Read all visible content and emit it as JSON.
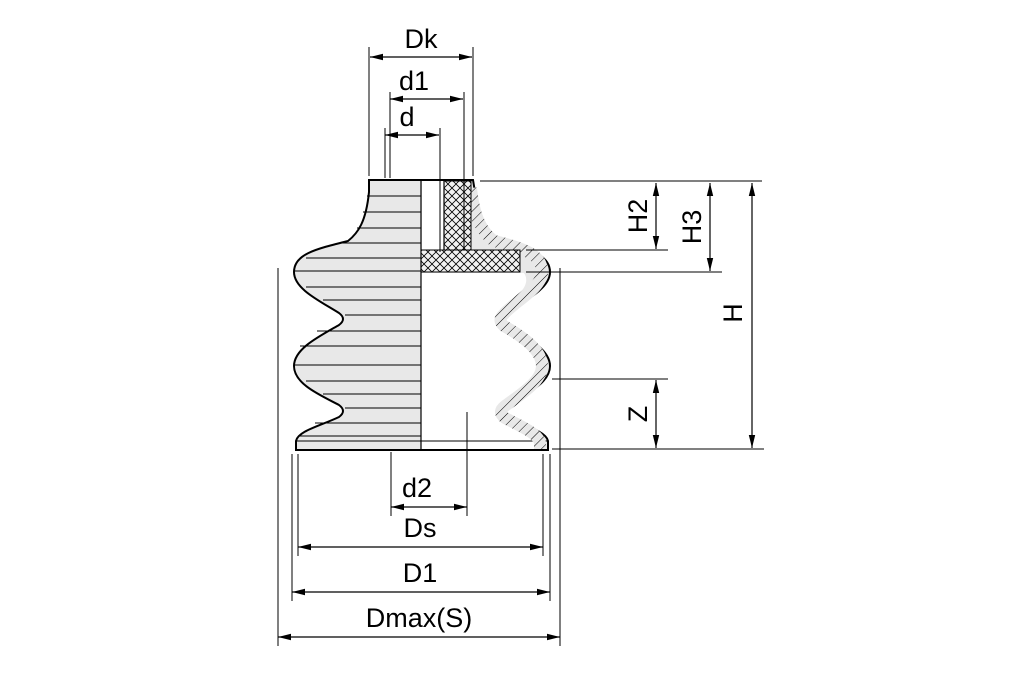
{
  "diagram": {
    "kind": "technical-drawing",
    "subject": "bellows-suction-cup-cross-section",
    "colors": {
      "background": "#ffffff",
      "line": "#000000",
      "body_fill": "#e8e8e8"
    },
    "dimensions": {
      "dk": {
        "label": "Dk",
        "orientation": "horizontal",
        "position": "top"
      },
      "d1_small": {
        "label": "d1",
        "orientation": "horizontal",
        "position": "top"
      },
      "d": {
        "label": "d",
        "orientation": "horizontal",
        "position": "top"
      },
      "h2": {
        "label": "H2",
        "orientation": "vertical",
        "position": "right"
      },
      "h3": {
        "label": "H3",
        "orientation": "vertical",
        "position": "right"
      },
      "h": {
        "label": "H",
        "orientation": "vertical",
        "position": "right"
      },
      "z": {
        "label": "Z",
        "orientation": "vertical",
        "position": "right"
      },
      "d2_small": {
        "label": "d2",
        "orientation": "horizontal",
        "position": "bottom"
      },
      "ds": {
        "label": "Ds",
        "orientation": "horizontal",
        "position": "bottom"
      },
      "d1_large": {
        "label": "D1",
        "orientation": "horizontal",
        "position": "bottom"
      },
      "dmax": {
        "label": "Dmax(S)",
        "orientation": "horizontal",
        "position": "bottom"
      }
    }
  }
}
